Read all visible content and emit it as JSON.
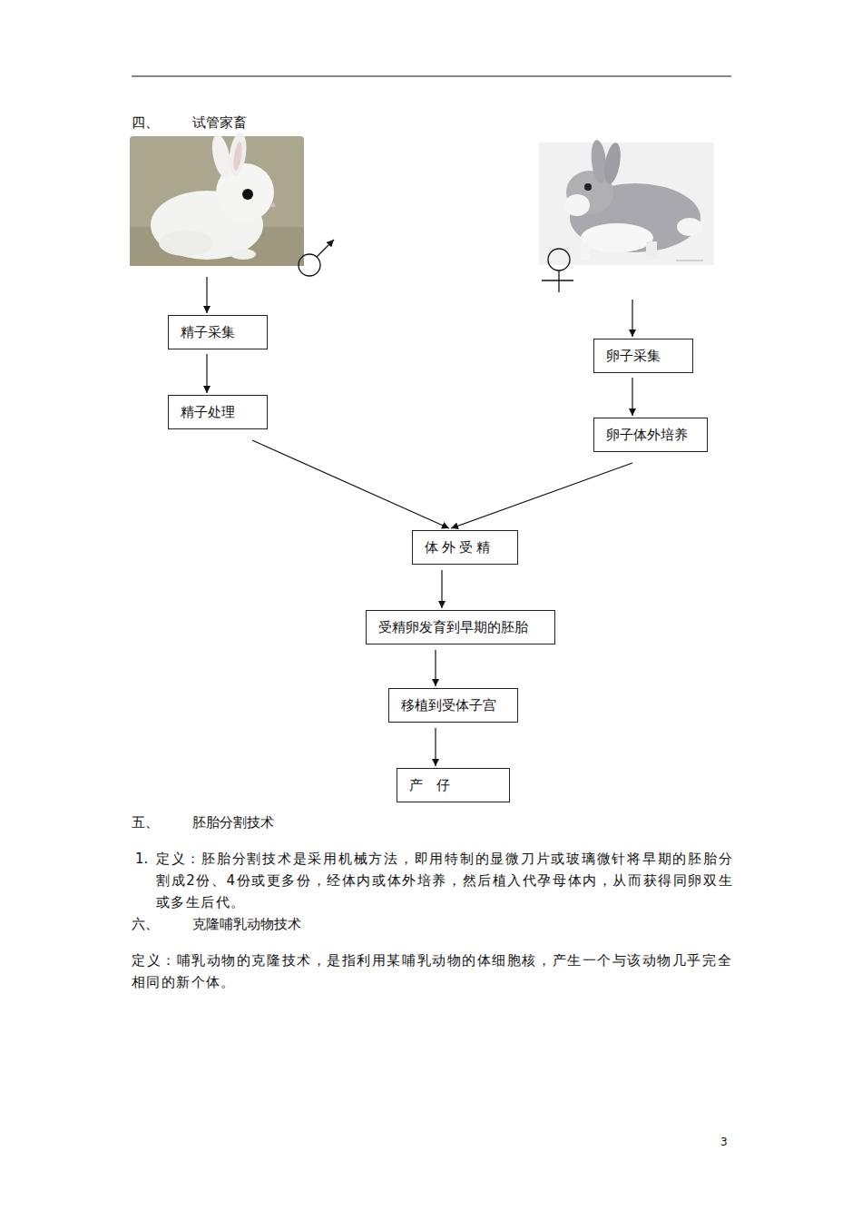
{
  "diagram": {
    "title": "试管家畜",
    "nodes": [
      {
        "text": [
          "精子采集"
        ]
      },
      {
        "text": [
          "精子处理"
        ]
      },
      {
        "text": [
          "卵子采集"
        ]
      },
      {
        "text": [
          "卵子体外培养"
        ]
      },
      {
        "text": [
          "体外受精"
        ]
      },
      {
        "text": [
          "受精卵发育到早期的胚胎"
        ]
      },
      {
        "text": [
          "移植到受体子宫"
        ]
      },
      {
        "text": [
          "产仔"
        ]
      }
    ],
    "edges": [
      {
        "from": 0,
        "to": 1,
        "arrow": "to"
      },
      {
        "from": 1,
        "to": 4,
        "arrow": "to"
      },
      {
        "from": 2,
        "to": 3,
        "arrow": "to"
      },
      {
        "from": 3,
        "to": 4,
        "arrow": "to"
      },
      {
        "from": 4,
        "to": 5,
        "arrow": "to"
      },
      {
        "from": 5,
        "to": 6,
        "arrow": "to"
      },
      {
        "from": 6,
        "to": 7,
        "arrow": "to"
      }
    ],
    "labels": [
      "四、",
      "五、",
      "胚胎分割技术",
      "1.",
      "定义：胚胎分割技术是采用机械方法，即用特制的显微刀片或玻璃微针将早期的胚胎分割成2份、4份或更多份，经体内或体外培养，然后植入代孕母体内，从而获得同卵双生或多生后代。",
      "六、",
      "克隆哺乳动物技术",
      "定义：哺乳动物的克隆技术，是指利用某哺乳动物的体细胞核，产生一个与该动物几乎完全相同的新个体。",
      "3"
    ]
  }
}
